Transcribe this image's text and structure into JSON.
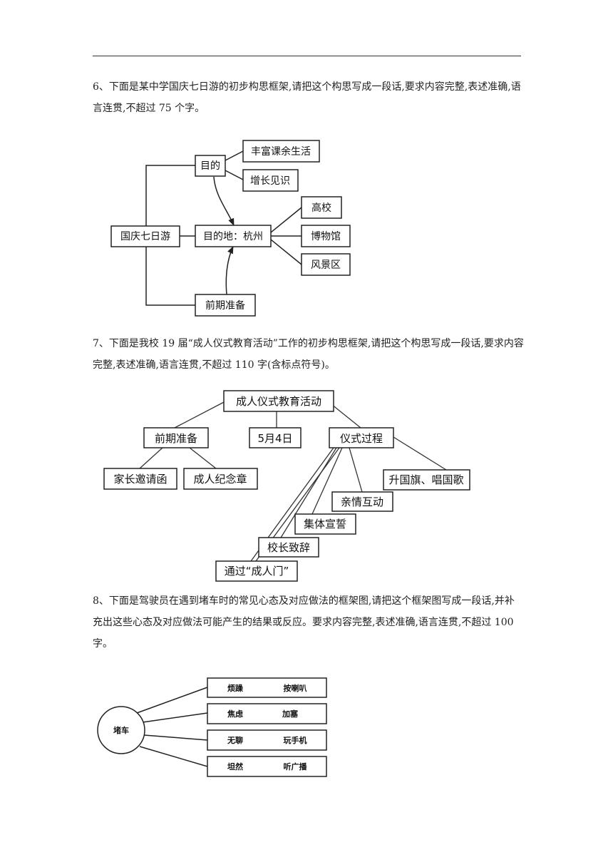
{
  "q6": {
    "text": "6、下面是某中学国庆七日游的初步构思框架,请把这个构思写成一段话,要求内容完整,表述准确,语言连贯,不超过 75 个字。",
    "diagram": {
      "root": "国庆七日游",
      "purpose": "目的",
      "purpose_items": [
        "丰富课余生活",
        "增长见识"
      ],
      "destination": "目的地：杭州",
      "destination_items": [
        "高校",
        "博物馆",
        "风景区"
      ],
      "preparation": "前期准备"
    }
  },
  "q7": {
    "text": "7、下面是我校 19 届“成人仪式教育活动”工作的初步构思框架,请把这个构思写成一段话,要求内容完整,表述准确,语言连贯,不超过 110 字(含标点符号)。",
    "diagram": {
      "root": "成人仪式教育活动",
      "prep": "前期准备",
      "prep_items": [
        "家长邀请函",
        "成人纪念章"
      ],
      "date": "5月4日",
      "process": "仪式过程",
      "process_items": [
        "升国旗、唱国歌",
        "亲情互动",
        "集体宣誓",
        "校长致辞",
        "通过“成人门”"
      ]
    }
  },
  "q8": {
    "text": "8、下面是驾驶员在遇到堵车时的常见心态及对应做法的框架图,请把这个框架图写成一段话,并补充出这些心态及对应做法可能产生的结果或反应。要求内容完整,表述准确,语言连贯,不超过 100 字。",
    "diagram": {
      "center": "堵车",
      "rows": [
        {
          "mood": "烦躁",
          "action": "按喇叭"
        },
        {
          "mood": "焦虑",
          "action": "加塞"
        },
        {
          "mood": "无聊",
          "action": "玩手机"
        },
        {
          "mood": "坦然",
          "action": "听广播"
        }
      ]
    }
  }
}
